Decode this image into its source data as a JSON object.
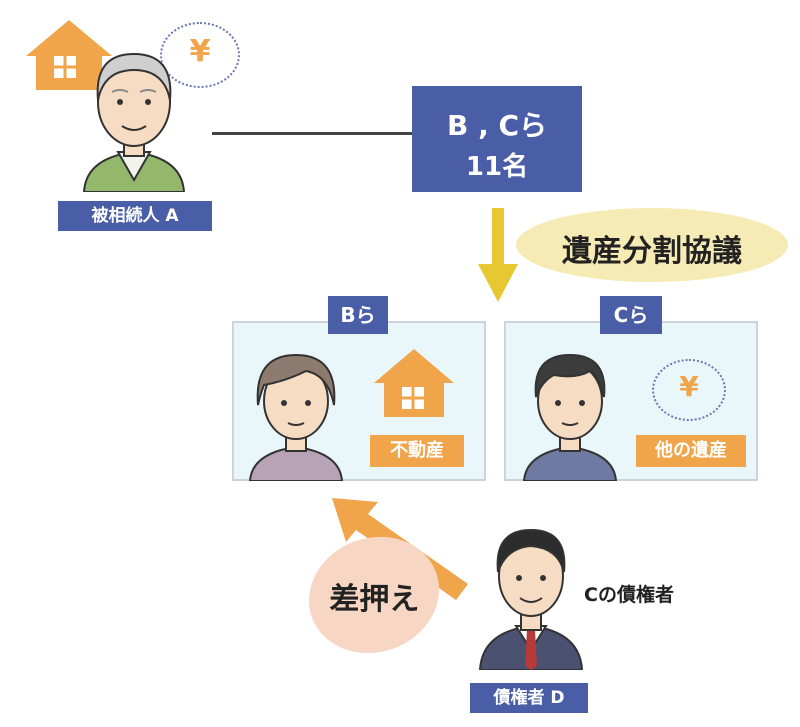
{
  "decedent": {
    "label": "被相続人 A",
    "coin": "¥"
  },
  "heirs_box": {
    "line1": "B , Cら",
    "line2": "11名"
  },
  "agreement": {
    "label": "遺産分割協議"
  },
  "panel_b": {
    "title": "Bら",
    "tag": "不動産"
  },
  "panel_c": {
    "title": "Cら",
    "tag": "他の遺産",
    "coin": "¥"
  },
  "seizure": {
    "label": "差押え"
  },
  "creditor": {
    "caption": "Cの債権者",
    "label": "債権者 D"
  },
  "colors": {
    "blue": "#4a5ea7",
    "orange": "#f0a54a",
    "yellow": "#e8c832",
    "panel_bg": "#e9f7fb",
    "agreement_bg": "#f6ebb4",
    "seizure_bg": "#f8d6c4"
  }
}
